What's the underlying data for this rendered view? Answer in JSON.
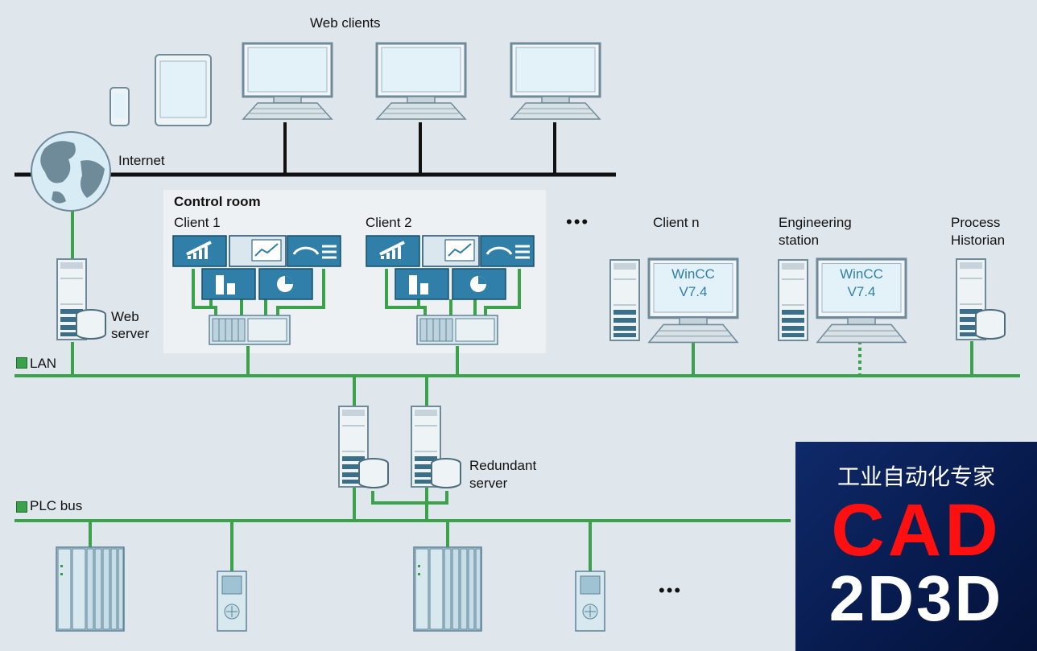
{
  "labels": {
    "web_clients": "Web clients",
    "internet": "Internet",
    "control_room": "Control room",
    "client_1": "Client 1",
    "client_2": "Client 2",
    "ellipsis_top": "•••",
    "client_n": "Client n",
    "engineering_station_l1": "Engineering",
    "engineering_station_l2": "station",
    "process_historian_l1": "Process",
    "process_historian_l2": "Historian",
    "web_server_l1": "Web",
    "web_server_l2": "server",
    "lan": "LAN",
    "redundant_server_l1": "Redundant",
    "redundant_server_l2": "server",
    "plc_bus": "PLC bus",
    "ellipsis_bottom": "•••"
  },
  "screens": {
    "client_n_line1": "WinCC",
    "client_n_line2": "V7.4",
    "eng_line1": "WinCC",
    "eng_line2": "V7.4"
  },
  "watermark": {
    "line1": "工业自动化专家",
    "line2": "CAD",
    "line3": "2D3D"
  },
  "colors": {
    "background": "#dfe6ec",
    "network_green": "#3aa24a",
    "internet_line": "#111111",
    "device_blue": "#2f7fa8",
    "brand_red": "#ff1010",
    "brand_navy": "#071a4c"
  }
}
